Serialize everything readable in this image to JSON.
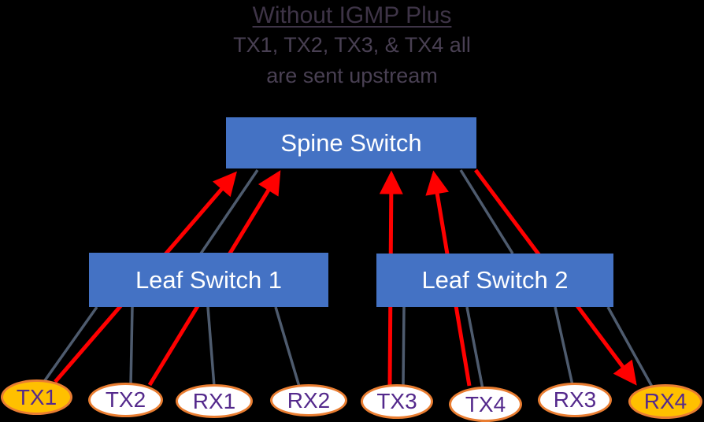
{
  "title": {
    "line1": "Without IGMP Plus",
    "line2": "TX1, TX2, TX3, & TX4 all",
    "line3": "are sent upstream"
  },
  "switches": {
    "spine": "Spine Switch",
    "leaf1": "Leaf Switch 1",
    "leaf2": "Leaf Switch 2"
  },
  "nodes": [
    {
      "id": "tx1",
      "label": "TX1",
      "highlighted": true
    },
    {
      "id": "tx2",
      "label": "TX2",
      "highlighted": false
    },
    {
      "id": "rx1",
      "label": "RX1",
      "highlighted": false
    },
    {
      "id": "rx2",
      "label": "RX2",
      "highlighted": false
    },
    {
      "id": "tx3",
      "label": "TX3",
      "highlighted": false
    },
    {
      "id": "tx4",
      "label": "TX4",
      "highlighted": false
    },
    {
      "id": "rx3",
      "label": "RX3",
      "highlighted": false
    },
    {
      "id": "rx4",
      "label": "RX4",
      "highlighted": true
    }
  ],
  "edges": {
    "links": [
      "Spine Switch - Leaf Switch 1",
      "Spine Switch - Leaf Switch 2",
      "Leaf Switch 1 - TX1",
      "Leaf Switch 1 - TX2",
      "Leaf Switch 1 - RX1",
      "Leaf Switch 1 - RX2",
      "Leaf Switch 2 - TX3",
      "Leaf Switch 2 - TX4",
      "Leaf Switch 2 - RX3",
      "Leaf Switch 2 - RX4"
    ],
    "traffic_arrows": [
      "TX1 -> Spine Switch",
      "TX2 -> Spine Switch",
      "TX3 -> Spine Switch",
      "TX4 -> Spine Switch",
      "Spine Switch -> RX4"
    ]
  },
  "colors": {
    "background": "#000000",
    "switch_fill": "#4472C4",
    "switch_text": "#FFFFFF",
    "node_border": "#E97D31",
    "node_fill_default": "#FFFFFF",
    "node_fill_highlight": "#FFC000",
    "node_text": "#54298C",
    "link_line": "#4E5B6E",
    "traffic_line": "#FF0000",
    "title_text": "#3E3447"
  }
}
